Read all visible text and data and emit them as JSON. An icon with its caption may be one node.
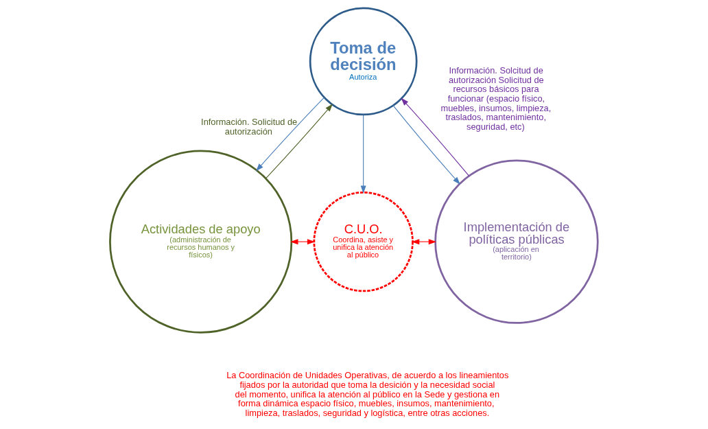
{
  "diagram": {
    "nodes": [
      {
        "text": [
          "Toma de decisión",
          "Autoriza"
        ]
      },
      {
        "text": [
          "Actividades de apoyo",
          "(administración de recursos humanos y físicos)"
        ]
      },
      {
        "text": [
          "C.U.O.",
          "Coordina, asiste y unifica la atención al público"
        ]
      },
      {
        "text": [
          "Implementación de políticas públicas",
          "(aplicación en territorio)"
        ]
      }
    ],
    "edges": [
      {
        "from": 1,
        "to": 0,
        "arrow": "to",
        "label": "Información. Solicitud de autorización",
        "color": "#4f6228"
      },
      {
        "from": 3,
        "to": 0,
        "arrow": "to",
        "label": "Información. Solcitud de autorización Solicitud de recursos básicos para funcionar (espacio físico, muebles, insumos, limpieza, traslados, mantenimiento, seguridad, etc)",
        "color": "#7030a0"
      },
      {
        "from": 0,
        "to": 1,
        "arrow": "to"
      },
      {
        "from": 0,
        "to": 2,
        "arrow": "to"
      },
      {
        "from": 0,
        "to": 3,
        "arrow": "to"
      },
      {
        "from": 1,
        "to": 2,
        "arrow": "both",
        "color": "#ff0000"
      },
      {
        "from": 2,
        "to": 3,
        "arrow": "both",
        "color": "#ff0000"
      }
    ],
    "labels": [
      "La Coordinación de Unidades Operativas, de acuerdo a los lineamientos fijados por la autoridad que toma la desición y la necesidad social del momento, unifica la atención al público en la Sede y gestiona en forma dinámica espacio físico, muebles, insumos, mantenimiento, limpieza, traslados, seguridad y logística, entre otras acciones."
    ]
  }
}
